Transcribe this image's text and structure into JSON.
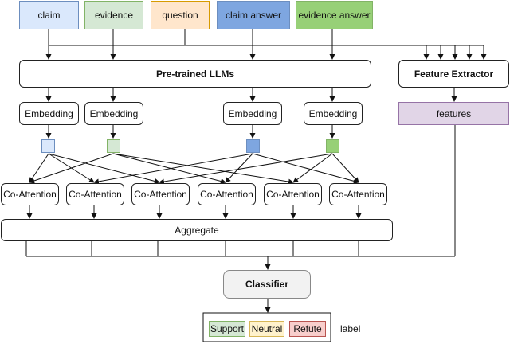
{
  "inputs": {
    "claim": "claim",
    "evidence": "evidence",
    "question": "question",
    "claim_answer": "claim answer",
    "evidence_answer": "evidence answer"
  },
  "llm": "Pre-trained LLMs",
  "feature_extractor": "Feature Extractor",
  "features": "features",
  "embedding": "Embedding",
  "co_attention": "Co-Attention",
  "aggregate": "Aggregate",
  "classifier": "Classifier",
  "labels": {
    "support": "Support",
    "neutral": "Neutral",
    "refute": "Refute",
    "caption": "label"
  },
  "colors": {
    "claim": "#dae8fc",
    "evidence": "#d5e8d4",
    "question": "#ffe6cc",
    "claim_answer": "#7ea6e0",
    "evidence_answer": "#97d077",
    "features": "#e1d5e7",
    "classifier": "#f2f2f2",
    "support": "#d5e8d4",
    "neutral": "#fff2cc",
    "refute": "#f8cecc"
  }
}
